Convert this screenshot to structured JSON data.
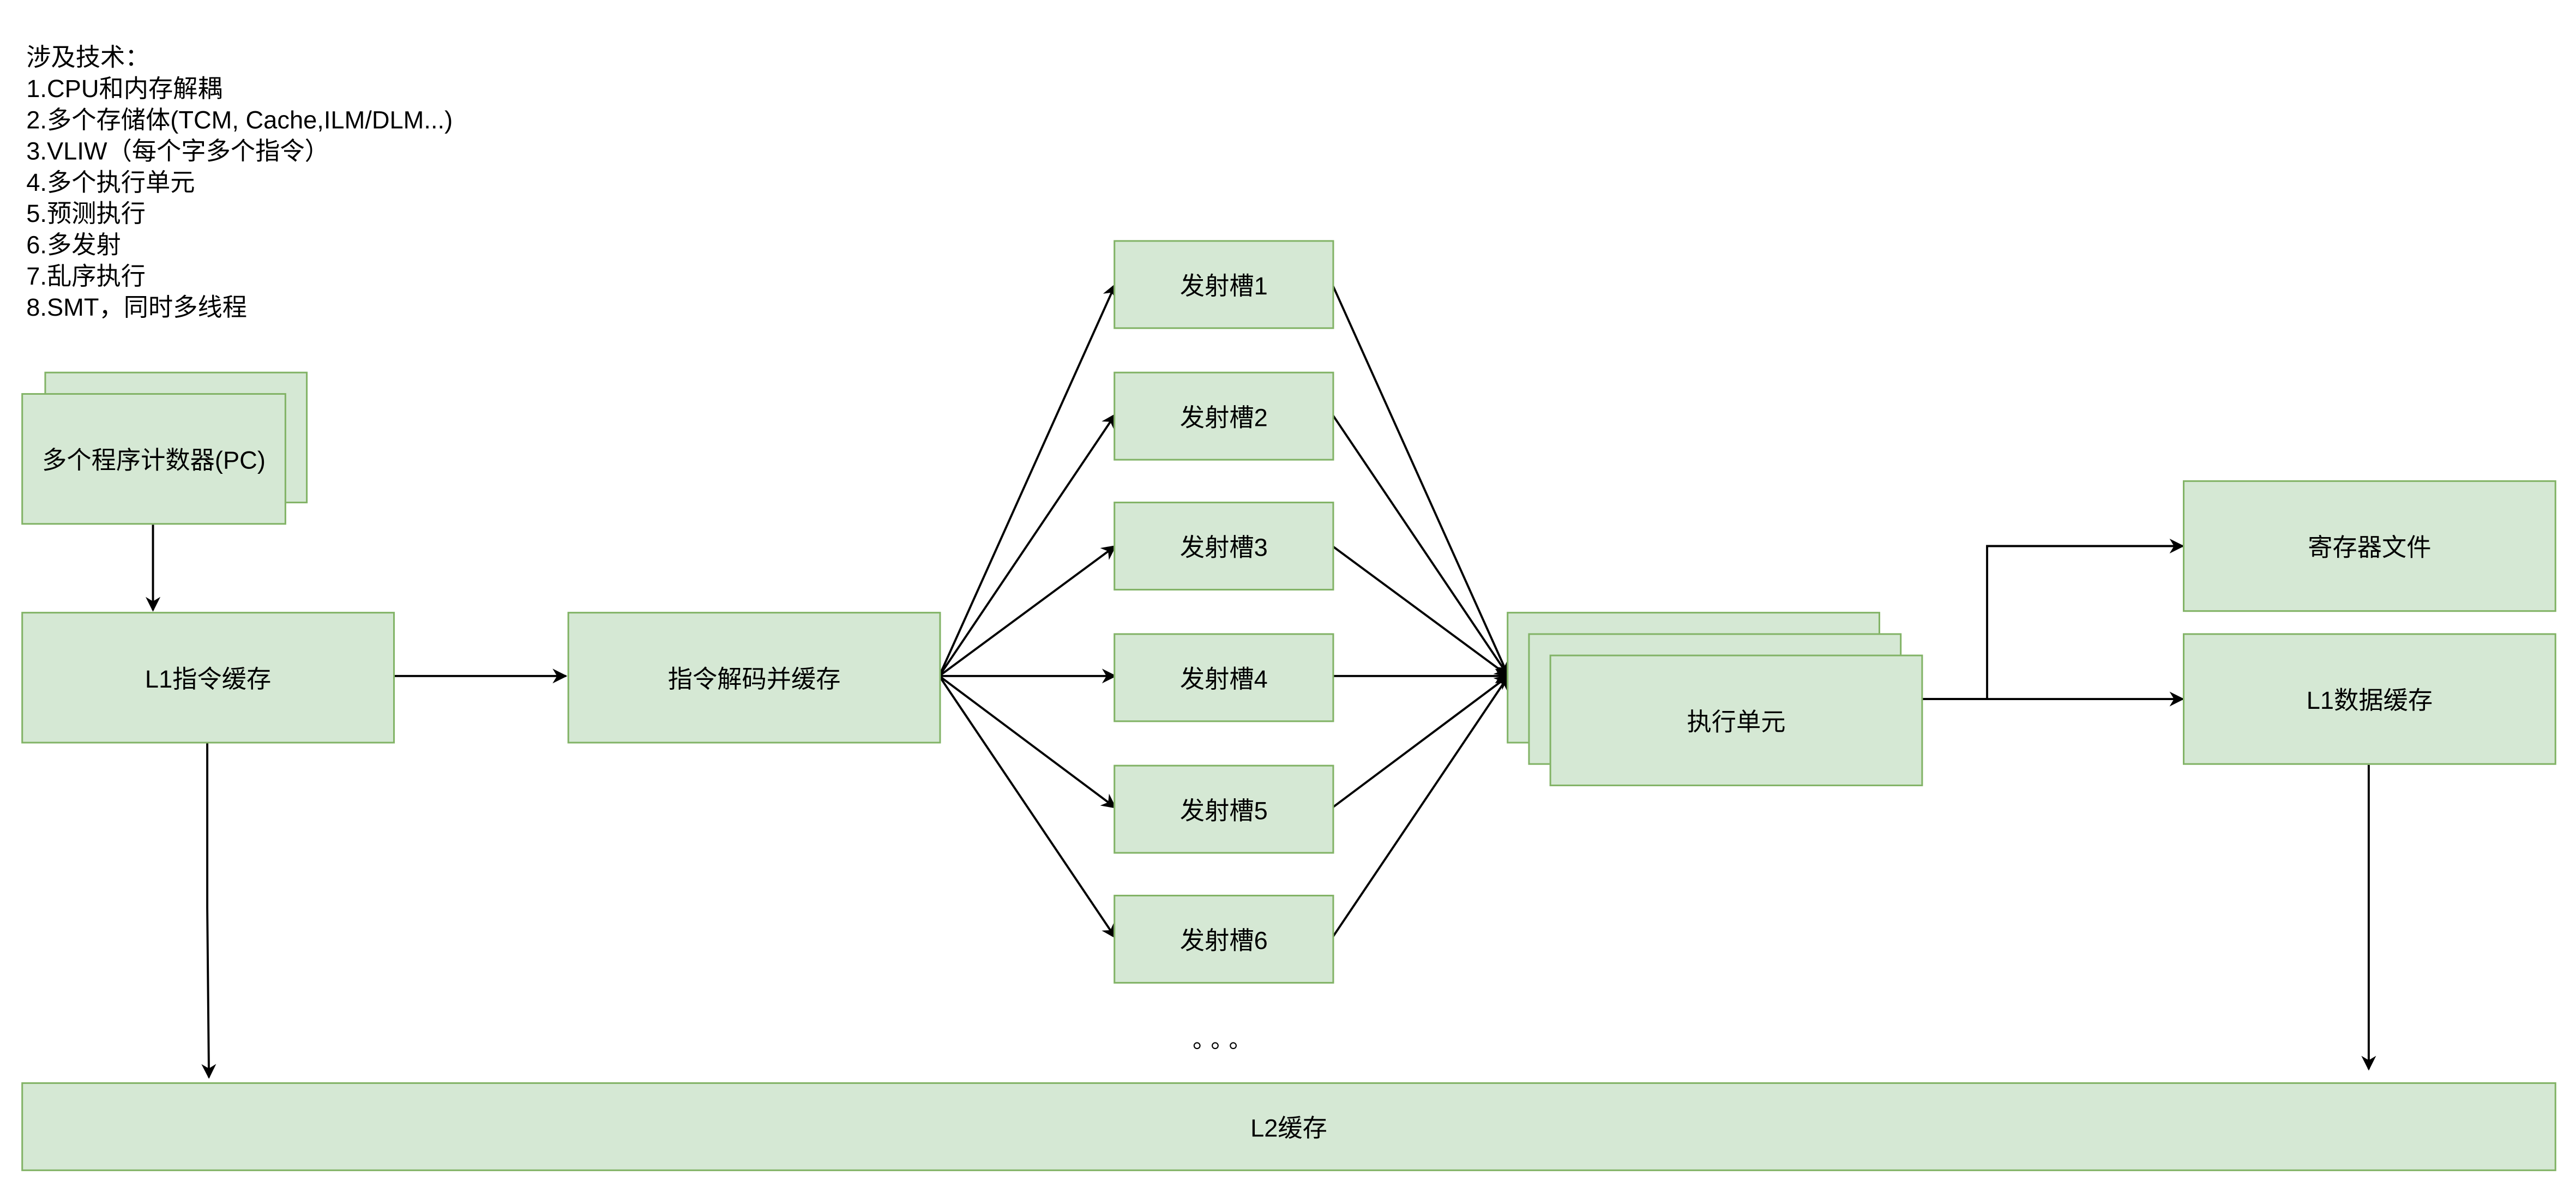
{
  "notes": {
    "title": "涉及技术：",
    "items": [
      "1.CPU和内存解耦",
      "2.多个存储体(TCM, Cache,ILM/DLM...)",
      "3.VLIW（每个字多个指令）",
      "4.多个执行单元",
      "5.预测执行",
      "6.多发射",
      "7.乱序执行",
      "8.SMT，同时多线程"
    ]
  },
  "nodes": {
    "pc": "多个程序计数器(PC)",
    "l1i": "L1指令缓存",
    "decode": "指令解码并缓存",
    "slots": [
      "发射槽1",
      "发射槽2",
      "发射槽3",
      "发射槽4",
      "发射槽5",
      "发射槽6"
    ],
    "ellipsis": "。。。",
    "exec": "执行单元",
    "regfile": "寄存器文件",
    "l1d": "L1数据缓存",
    "l2": "L2缓存"
  },
  "colors": {
    "box_fill": "#d5e8d4",
    "box_border": "#82b366",
    "edge": "#000000"
  }
}
